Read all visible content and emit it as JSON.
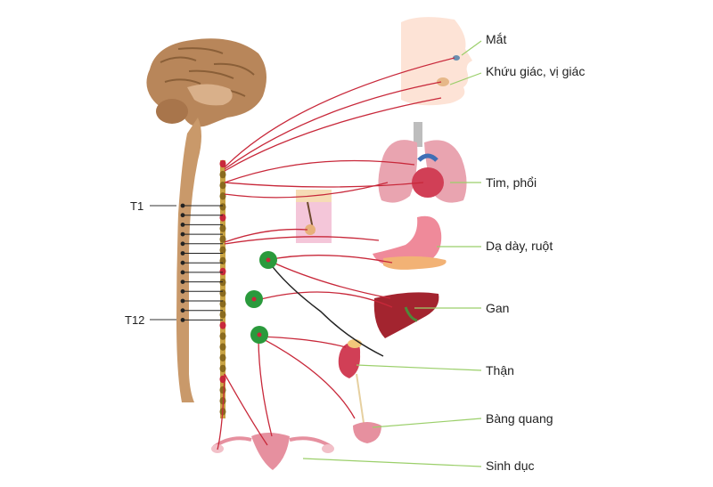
{
  "segments": {
    "upper": "T1",
    "lower": "T12"
  },
  "organs": [
    {
      "id": "eye",
      "label": "Mắt"
    },
    {
      "id": "smell-taste",
      "label": "Khứu giác, vị giác"
    },
    {
      "id": "heart-lung",
      "label": "Tim, phổi"
    },
    {
      "id": "stomach-intestine",
      "label": "Dạ dày, ruột"
    },
    {
      "id": "liver",
      "label": "Gan"
    },
    {
      "id": "kidney",
      "label": "Thận"
    },
    {
      "id": "bladder",
      "label": "Bàng quang"
    },
    {
      "id": "reproductive",
      "label": "Sinh dục"
    }
  ],
  "colors": {
    "nerve": "#c8283a",
    "ganglion": "#2a9a3c",
    "spine": "#c9996a",
    "chain": "#8a6a1e",
    "brain": "#b8865a",
    "organ": "#d9576a",
    "label_line": "#9bcf6a"
  }
}
